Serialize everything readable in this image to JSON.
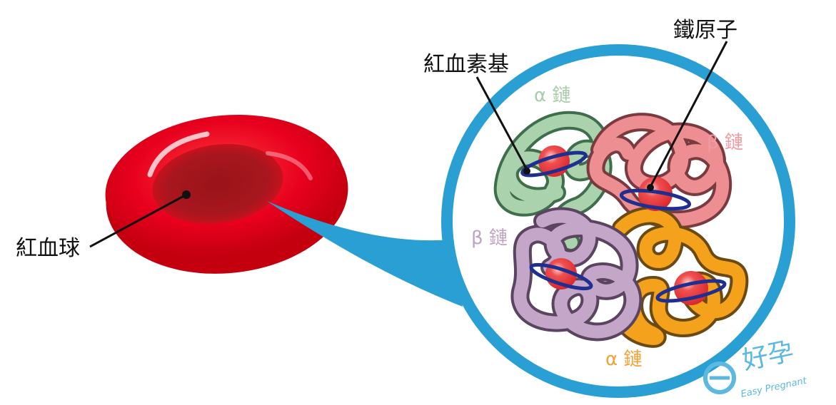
{
  "labels": {
    "red_blood_cell": "紅血球",
    "heme": "紅血素基",
    "iron_atom": "鐵原子",
    "alpha_chain_top": "α 鏈",
    "beta_chain_right": "β 鏈",
    "beta_chain_left": "β 鏈",
    "alpha_chain_bottom": "α 鏈"
  },
  "logo": {
    "name": "好孕",
    "subtitle": "Easy Pregnant"
  },
  "colors": {
    "cell_red": "#e8001e",
    "cell_center": "#a8161e",
    "magnifier_blue": "#2a9fd4",
    "alpha_green": "#a9d2ad",
    "beta_pink": "#ec8e92",
    "beta_purple": "#c3a6c8",
    "alpha_orange": "#f4a21c",
    "heme_ring": "#1f2f8f",
    "iron_red": "#e8313a",
    "label_green": "#a9ccaa",
    "label_pink": "#ef9aa0",
    "label_purple": "#c0a4c6",
    "label_orange": "#f2a23a"
  }
}
